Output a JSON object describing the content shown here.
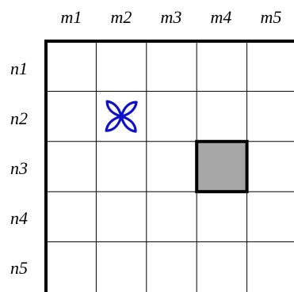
{
  "columns": [
    "m1",
    "m2",
    "m3",
    "m4",
    "m5"
  ],
  "rows": [
    "n1",
    "n2",
    "n3",
    "n4",
    "n5"
  ],
  "markers": [
    {
      "type": "petal-cross-icon",
      "row": 2,
      "col": 2,
      "color": "#1010c8"
    }
  ],
  "highlighted_cells": [
    {
      "row": 3,
      "col": 4,
      "fill": "#a6a6a6"
    }
  ],
  "colors": {
    "grid_line": "#000000",
    "background": "#ffffff"
  }
}
